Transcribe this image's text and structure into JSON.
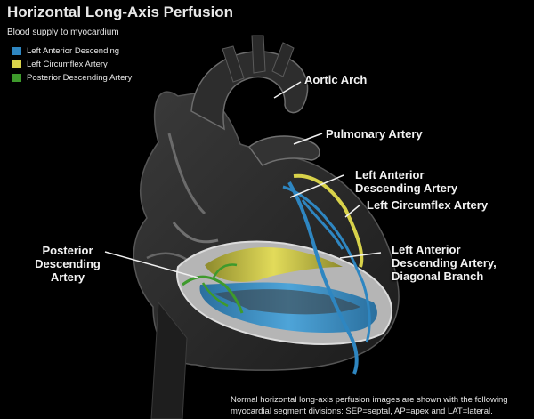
{
  "title": "Horizontal Long-Axis Perfusion",
  "subtitle": "Blood supply to myocardium",
  "legend": [
    {
      "label": "Left Anterior Descending",
      "color": "#2e86c1"
    },
    {
      "label": "Left Circumflex Artery",
      "color": "#d8d24a"
    },
    {
      "label": "Posterior Descending Artery",
      "color": "#3e9a2c"
    }
  ],
  "labels": {
    "aortic_arch": "Aortic Arch",
    "pulmonary_artery": "Pulmonary Artery",
    "lad_line1": "Left Anterior",
    "lad_line2": "Descending Artery",
    "lcx": "Left Circumflex Artery",
    "diag_line1": "Left Anterior",
    "diag_line2": "Descending Artery,",
    "diag_line3": "Diagonal Branch",
    "pda_line1": "Posterior",
    "pda_line2": "Descending",
    "pda_line3": "Artery"
  },
  "footnote_line1": "Normal horizontal long-axis perfusion images are shown with the following",
  "footnote_line2": "myocardial segment divisions:  SEP=septal, AP=apex and LAT=lateral.",
  "colors": {
    "background": "#000000",
    "heart_body": "#2f2f2f",
    "heart_highlight": "#8a8a8a",
    "lad_blue": "#2e86c1",
    "lcx_yellow": "#d8d24a",
    "pda_green": "#3e9a2c"
  }
}
